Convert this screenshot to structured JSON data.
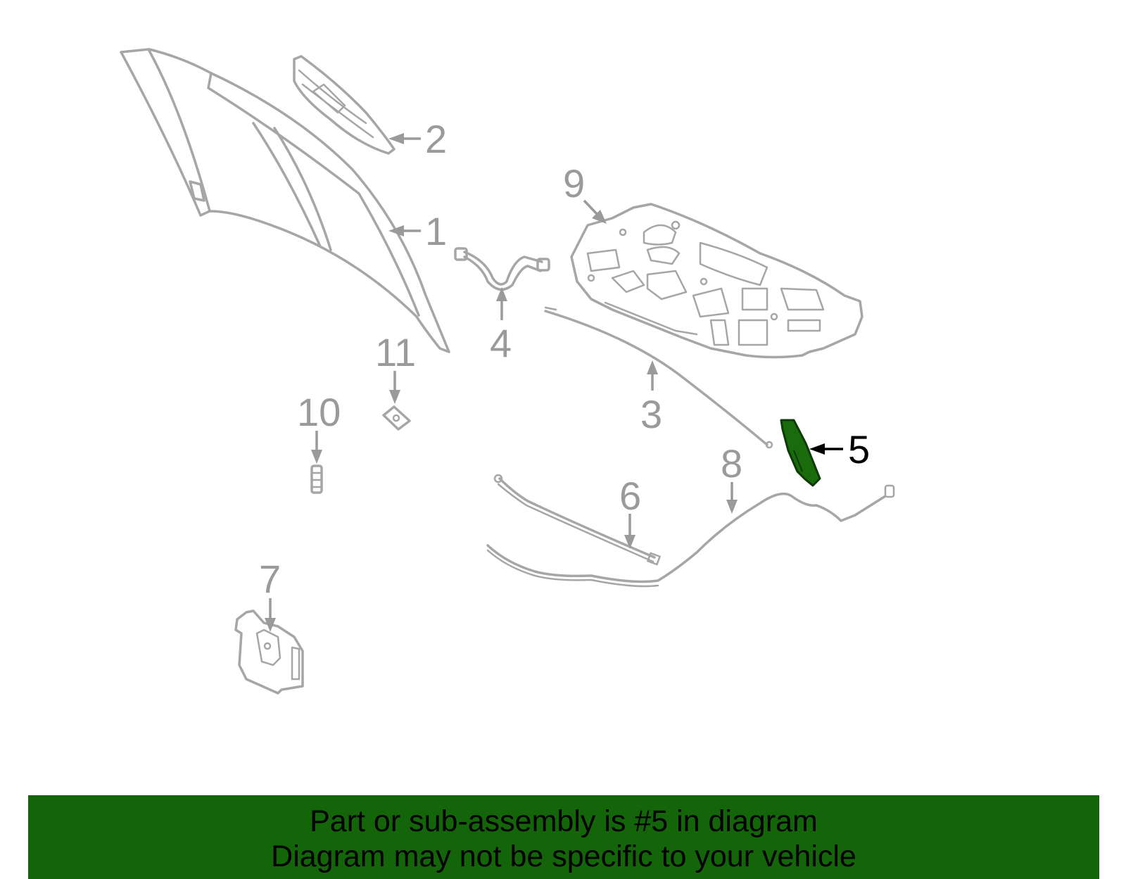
{
  "diagram": {
    "highlight_color": "#1a6b0c",
    "part_color": "#a6a6a6",
    "callouts": [
      {
        "id": "1",
        "label": "1"
      },
      {
        "id": "2",
        "label": "2"
      },
      {
        "id": "3",
        "label": "3"
      },
      {
        "id": "4",
        "label": "4"
      },
      {
        "id": "5",
        "label": "5",
        "highlighted": true
      },
      {
        "id": "6",
        "label": "6"
      },
      {
        "id": "7",
        "label": "7"
      },
      {
        "id": "8",
        "label": "8"
      },
      {
        "id": "9",
        "label": "9"
      },
      {
        "id": "10",
        "label": "10"
      },
      {
        "id": "11",
        "label": "11"
      }
    ]
  },
  "banner": {
    "background": "#146409",
    "line1": "Part or sub-assembly is #5 in diagram",
    "line2": "Diagram may not be specific to your vehicle"
  }
}
